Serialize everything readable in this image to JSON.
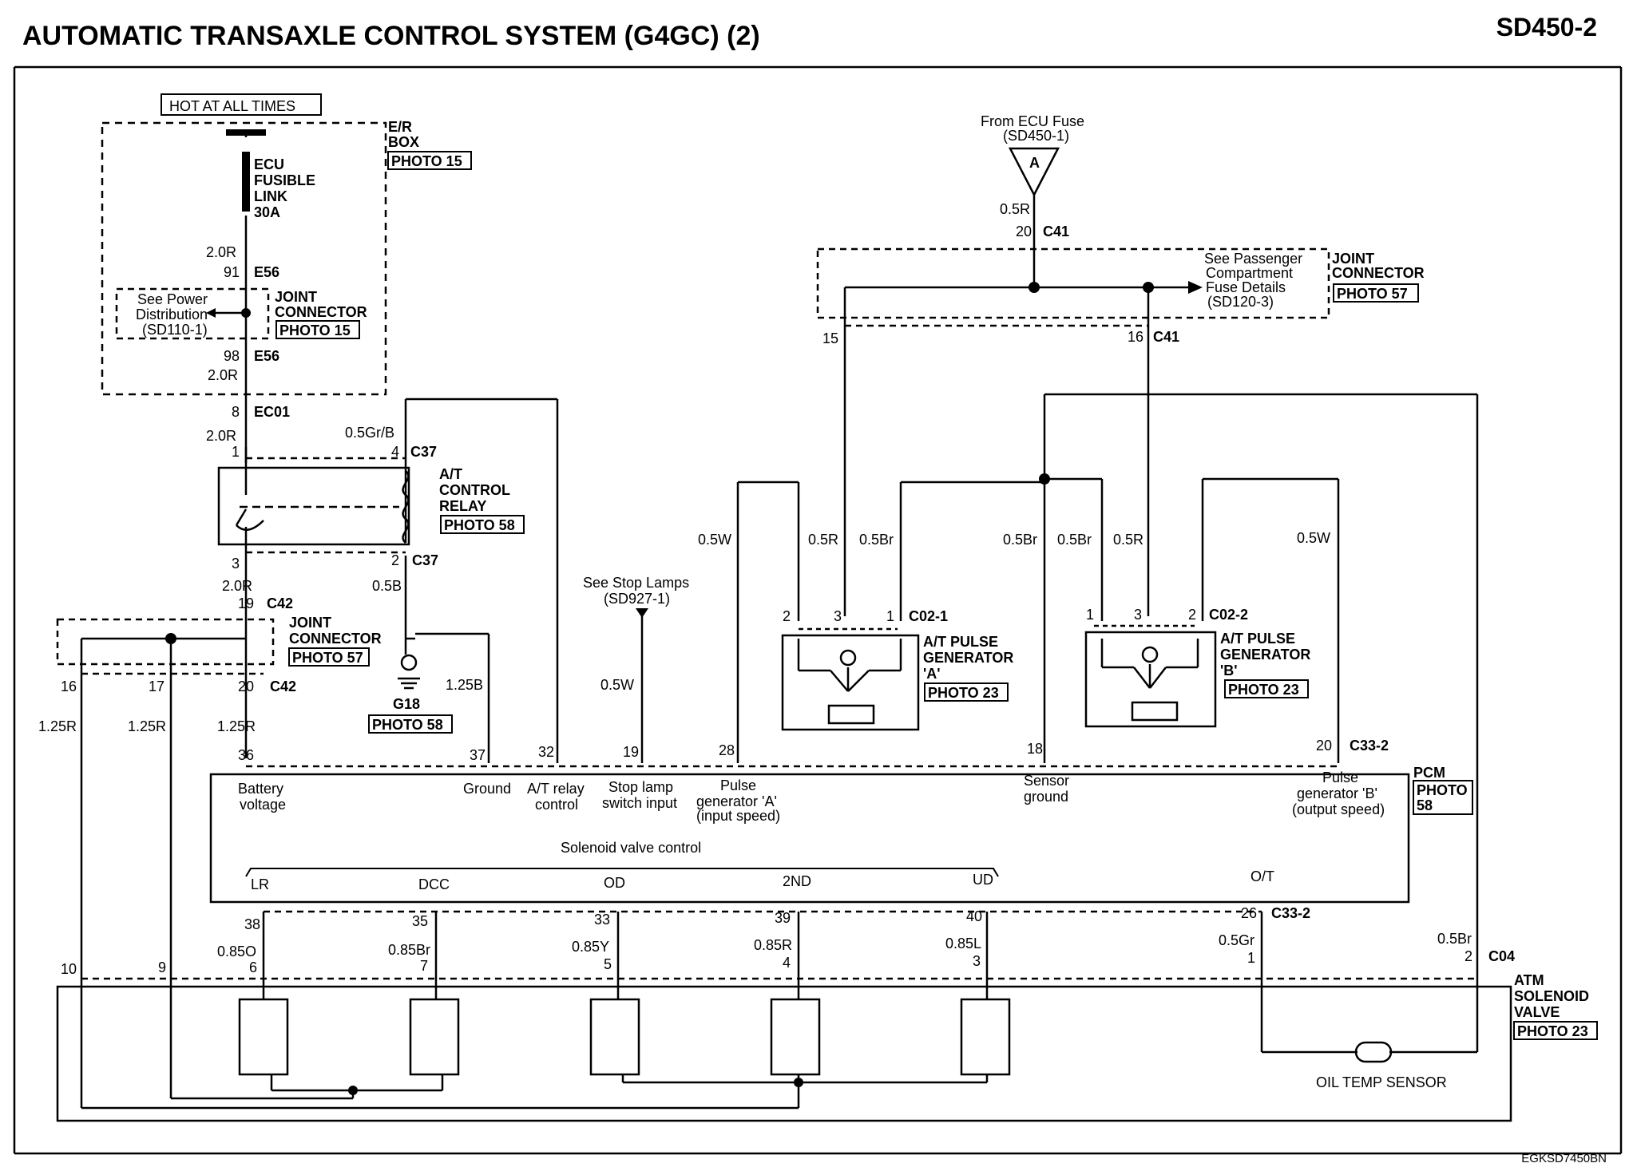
{
  "header": {
    "title": "AUTOMATIC TRANSAXLE CONTROL SYSTEM (G4GC) (2)",
    "code": "SD450-2"
  },
  "footer": {
    "code": "EGKSD7450BN"
  },
  "power": {
    "hot": "HOT AT ALL TIMES",
    "er_box": [
      "E/R",
      "BOX"
    ],
    "er_photo": "PHOTO 15",
    "fusible": [
      "ECU",
      "FUSIBLE",
      "LINK",
      "30A"
    ],
    "wire1": "2.0R",
    "pin1": "91",
    "conn1": "E56",
    "see_power": [
      "See Power",
      "Distribution",
      "(SD110-1)"
    ],
    "joint": [
      "JOINT",
      "CONNECTOR"
    ],
    "joint_photo": "PHOTO 15",
    "pin2": "98",
    "conn2": "E56",
    "wire2": "2.0R",
    "pin3": "8",
    "conn3": "EC01",
    "wire3": "2.0R"
  },
  "relay": {
    "pin1": "1",
    "wire_gr": "0.5Gr/B",
    "pin4": "4",
    "conn": "C37",
    "label": [
      "A/T",
      "CONTROL",
      "RELAY"
    ],
    "photo": "PHOTO 58",
    "pin3": "3",
    "pin2": "2",
    "conn2": "C37",
    "wire_out": "2.0R",
    "wire_b": "0.5B",
    "pin19": "19",
    "conn42": "C42"
  },
  "joint2": {
    "label": [
      "JOINT",
      "CONNECTOR"
    ],
    "photo": "PHOTO 57",
    "pins": [
      "16",
      "17",
      "20"
    ],
    "conn": "C42",
    "wires": [
      "1.25R",
      "1.25R",
      "1.25R"
    ]
  },
  "ground": {
    "name": "G18",
    "photo": "PHOTO 58",
    "wire": "1.25B"
  },
  "stop": {
    "text": [
      "See Stop Lamps",
      "(SD927-1)"
    ],
    "wire": "0.5W"
  },
  "ecu": {
    "from": [
      "From ECU Fuse",
      "(SD450-1)"
    ],
    "letter": "A",
    "wire": "0.5R",
    "pin20": "20",
    "conn": "C41",
    "see_pass": [
      "See Passenger",
      "Compartment",
      "Fuse Details",
      "(SD120-3)"
    ],
    "joint": [
      "JOINT",
      "CONNECTOR"
    ],
    "photo": "PHOTO 57",
    "pin15": "15",
    "pin16": "16",
    "conn16": "C41"
  },
  "pulse_a": {
    "label": [
      "A/T PULSE",
      "GENERATOR",
      "'A'"
    ],
    "photo": "PHOTO 23",
    "conn": "C02-1",
    "pins": [
      "2",
      "3",
      "1"
    ],
    "wires": [
      "0.5W",
      "0.5R",
      "0.5Br"
    ]
  },
  "pulse_b": {
    "label": [
      "A/T PULSE",
      "GENERATOR",
      "'B'"
    ],
    "photo": "PHOTO 23",
    "conn": "C02-2",
    "pins": [
      "1",
      "3",
      "2"
    ],
    "wires": [
      "0.5Br",
      "0.5Br",
      "0.5R",
      "0.5W"
    ]
  },
  "pcm": {
    "label": "PCM",
    "photo": [
      "PHOTO",
      "58"
    ],
    "top_pins": [
      "36",
      "37",
      "32",
      "19",
      "28",
      "18",
      "20"
    ],
    "conn_top": "C33-2",
    "fn": {
      "battery": [
        "Battery",
        "voltage"
      ],
      "ground": "Ground",
      "relay": [
        "A/T relay",
        "control"
      ],
      "stop": [
        "Stop lamp",
        "switch input"
      ],
      "pulse_a": [
        "Pulse",
        "generator 'A'",
        "(input speed)"
      ],
      "sensor": [
        "Sensor",
        "ground"
      ],
      "pulse_b": [
        "Pulse",
        "generator 'B'",
        "(output speed)"
      ]
    },
    "solenoid_ctrl": "Solenoid valve control",
    "outputs": [
      "LR",
      "DCC",
      "OD",
      "2ND",
      "UD",
      "O/T"
    ],
    "bot_pins": [
      "38",
      "35",
      "33",
      "39",
      "40",
      "26"
    ],
    "conn_bot": "C33-2"
  },
  "atm": {
    "wires": [
      "0.85O",
      "0.85Br",
      "0.85Y",
      "0.85R",
      "0.85L",
      "0.5Gr",
      "0.5Br"
    ],
    "pins": [
      "10",
      "9",
      "6",
      "7",
      "5",
      "4",
      "3",
      "1",
      "2"
    ],
    "conn": "C04",
    "label": [
      "ATM",
      "SOLENOID",
      "VALVE"
    ],
    "photo": "PHOTO 23",
    "sensor": "OIL TEMP SENSOR"
  }
}
